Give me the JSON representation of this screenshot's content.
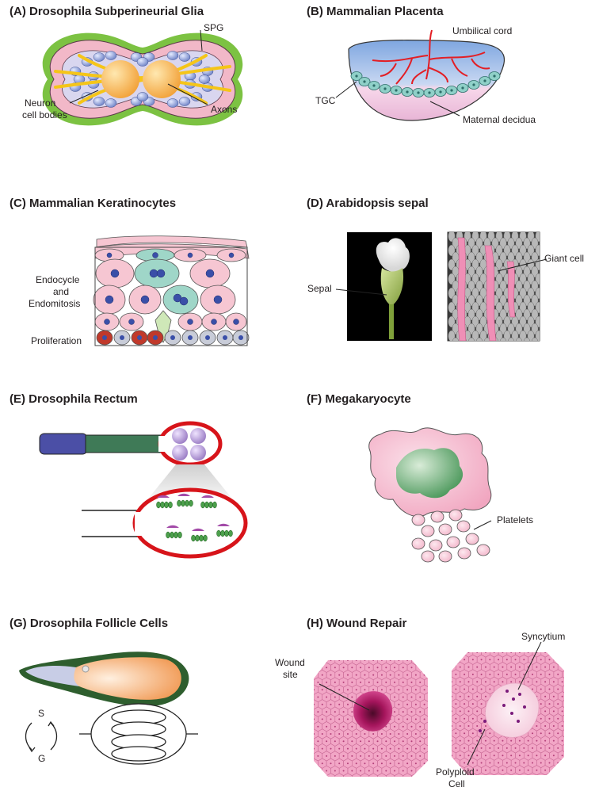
{
  "panels": {
    "a": {
      "title": "(A) Drosophila Subperineurial Glia",
      "labels": {
        "spg": "SPG",
        "neuron1": "Neuron",
        "neuron2": "cell bodies",
        "axons": "Axons"
      }
    },
    "b": {
      "title": "(B) Mammalian Placenta",
      "labels": {
        "cord": "Umbilical cord",
        "tgc": "TGC",
        "decidua": "Maternal decidua"
      }
    },
    "c": {
      "title": "(C) Mammalian Keratinocytes",
      "labels": {
        "endo1": "Endocycle",
        "endo2": "and",
        "endo3": "Endomitosis",
        "prolif": "Proliferation"
      }
    },
    "d": {
      "title": "(D) Arabidopsis sepal",
      "labels": {
        "sepal": "Sepal",
        "giant": "Giant cell"
      }
    },
    "e": {
      "title": "(E) Drosophila Rectum"
    },
    "f": {
      "title": "(F) Megakaryocyte",
      "labels": {
        "platelets": "Platelets"
      }
    },
    "g": {
      "title": "(G) Drosophila Follicle Cells",
      "labels": {
        "s": "S",
        "g": "G"
      }
    },
    "h": {
      "title": "(H) Wound Repair",
      "labels": {
        "wound1": "Wound",
        "wound2": "site",
        "syncytium": "Syncytium",
        "poly1": "Polyploid",
        "poly2": "Cell"
      }
    }
  },
  "colors": {
    "pink": "#f4b6c6",
    "deep_pink": "#e0609a",
    "blue_nucleus": "#3a4fa8",
    "glia_green": "#7cc242",
    "axon_yellow": "#f5c518",
    "cord_red": "#e31e24",
    "rectum_red": "#d7141a",
    "rectum_blue": "#4b4fa6",
    "rectum_green": "#3f7a57",
    "orange": "#f7a35c",
    "wound_magenta": "#a5155c"
  }
}
